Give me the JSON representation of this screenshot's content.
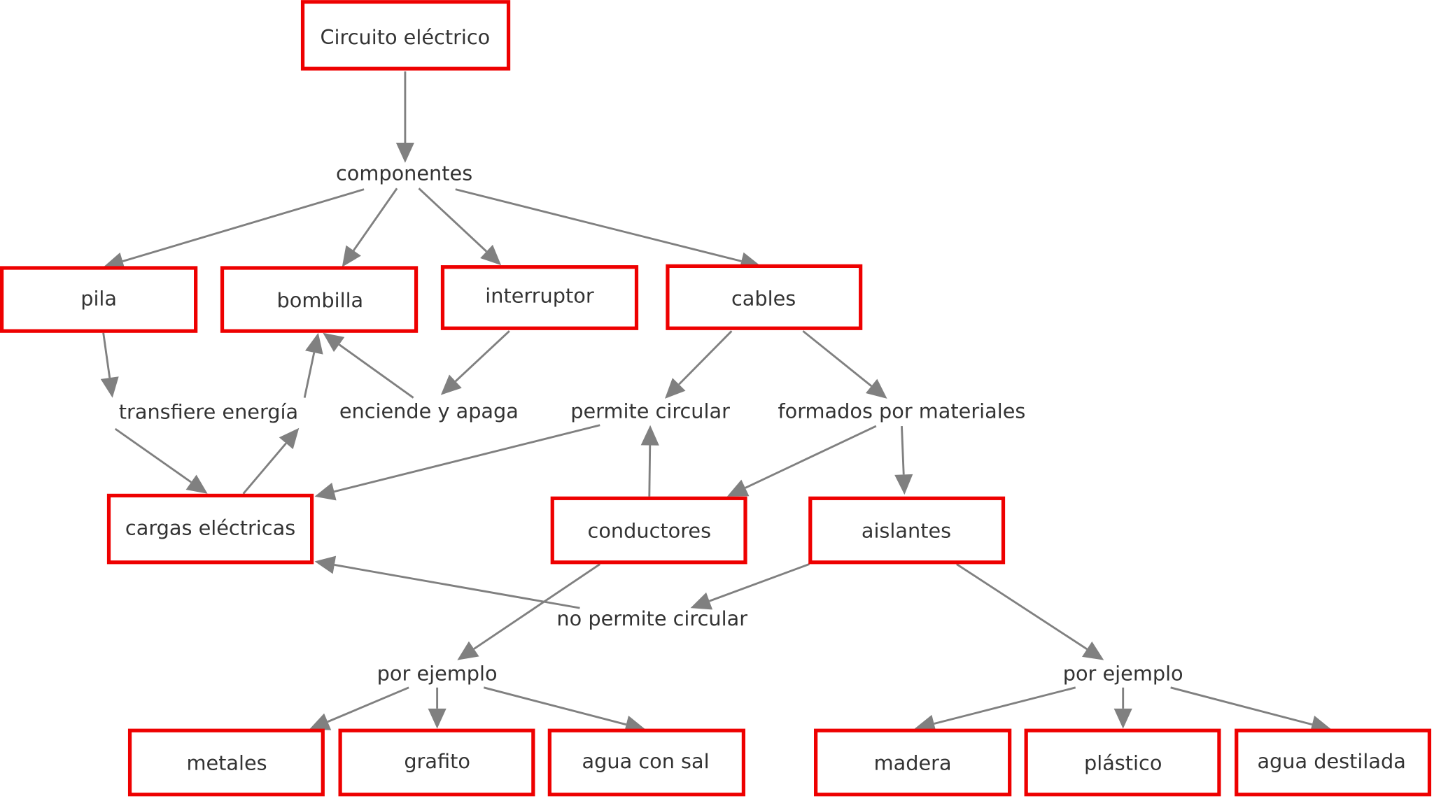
{
  "title": "Circuito eléctrico",
  "concepts": {
    "circuito": "Circuito eléctrico",
    "pila": "pila",
    "bombilla": "bombilla",
    "interruptor": "interruptor",
    "cables": "cables",
    "cargas": "cargas eléctricas",
    "conductores": "conductores",
    "aislantes": "aislantes",
    "metales": "metales",
    "grafito": "grafito",
    "agua_sal": "agua con sal",
    "madera": "madera",
    "plastico": "plástico",
    "agua_destilada": "agua destilada"
  },
  "links": {
    "componentes": "componentes",
    "transfiere": "transfiere energía",
    "enciende": "enciende y apaga",
    "permite": "permite circular",
    "formados": "formados por materiales",
    "no_permite": "no permite circular",
    "ejemplo1": "por ejemplo",
    "ejemplo2": "por ejemplo"
  },
  "colors": {
    "box_border": "#ee0000",
    "arrow": "#808080",
    "text": "#333333"
  }
}
